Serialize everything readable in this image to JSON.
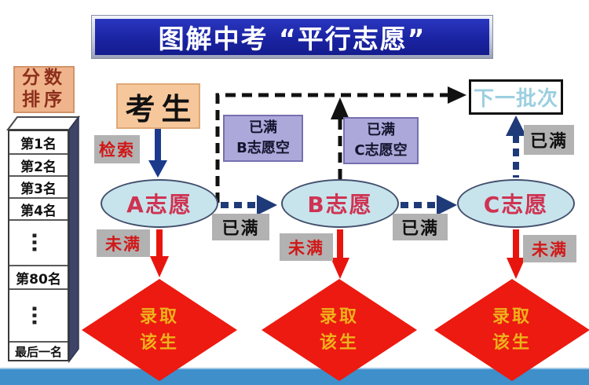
{
  "title": "图解中考 “平行志愿”",
  "ranking_panel": {
    "header_line1": "分数",
    "header_line2": "排序",
    "items": [
      {
        "label": "第1名"
      },
      {
        "label": "第2名"
      },
      {
        "label": "第3名"
      },
      {
        "label": "第4名"
      },
      {
        "label": "…"
      },
      {
        "label": "第80名"
      },
      {
        "label": "…"
      },
      {
        "label": "最后一名"
      }
    ]
  },
  "flow": {
    "applicant": "考生",
    "search": "检索",
    "choice_a": "A志愿",
    "choice_b": "B志愿",
    "choice_c": "C志愿",
    "next_batch": "下一批次",
    "full_b_empty_line1": "已满",
    "full_b_empty_line2": "B志愿空",
    "full_c_empty_line1": "已满",
    "full_c_empty_line2": "C志愿空",
    "full_a_to_b": "已满",
    "full_b_to_c": "已满",
    "full_c_to_next": "已满",
    "not_full_a": "未满",
    "not_full_b": "未满",
    "not_full_c": "未满",
    "admit_line1": "录取",
    "admit_line2": "该生"
  },
  "colors": {
    "banner_blue": "#1a24a2",
    "peach": "#f0b48c",
    "gray_label": "#b2b2b2",
    "purple_box": "#aca8da",
    "ellipse_fill": "#c7e4ec",
    "ellipse_text": "#cf3352",
    "diamond_red": "#ec1a10",
    "diamond_text_gold": "#eeb21c",
    "navy_arrow": "#1e3a78",
    "red_arrow": "#e8150f",
    "black_dashed": "#111111",
    "next_batch_text": "#9ccfe0",
    "bottom_bar_blue": "#3e8fca"
  }
}
